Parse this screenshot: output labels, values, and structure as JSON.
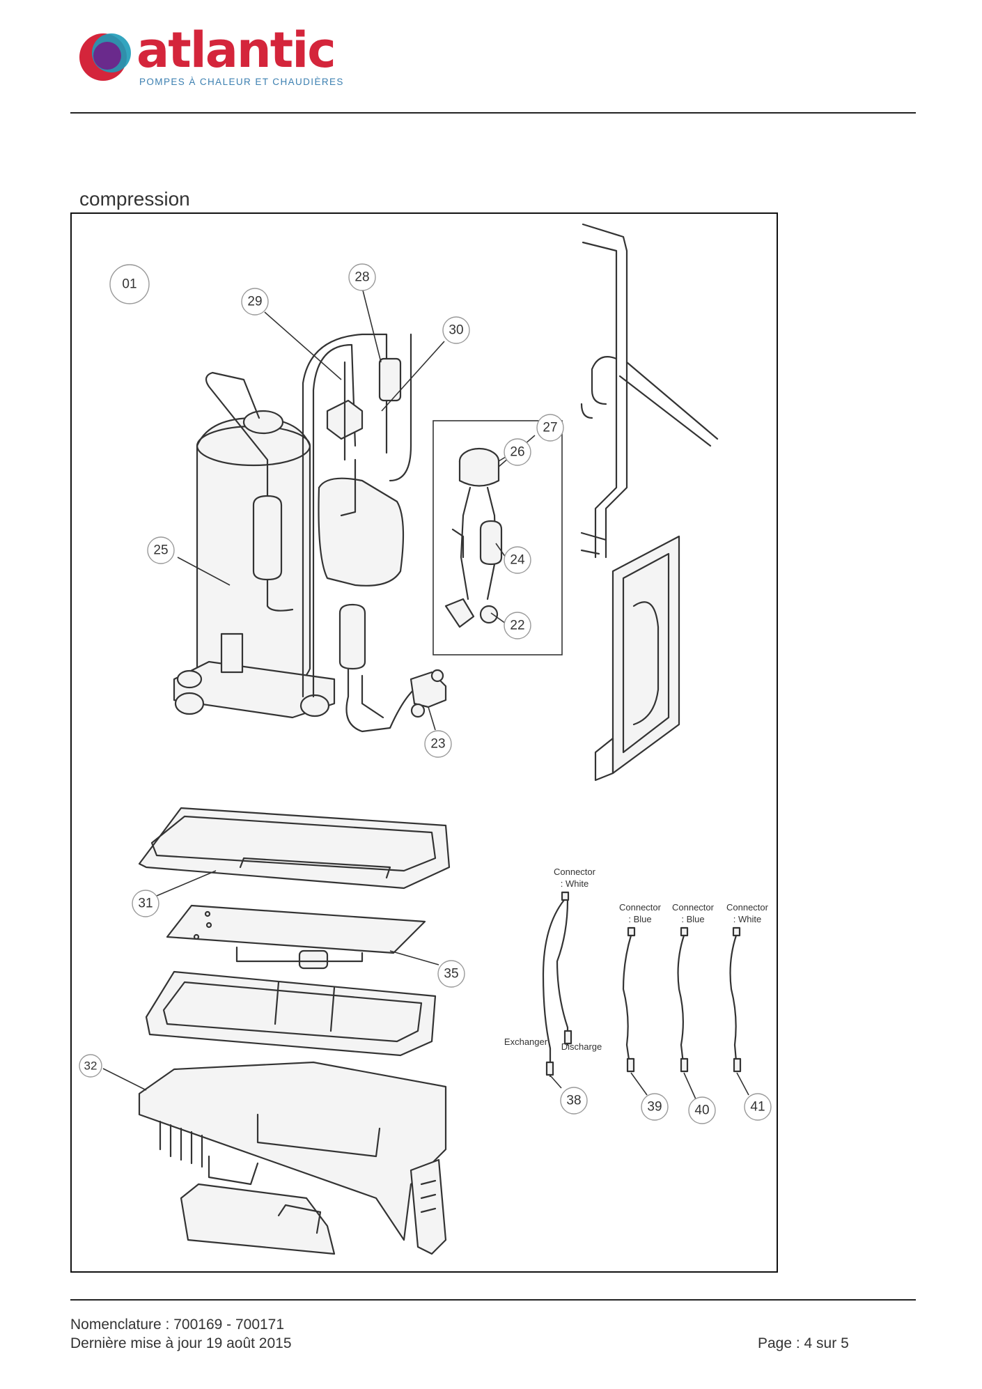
{
  "header": {
    "brand": "atlantic",
    "tagline": "POMPES À CHALEUR ET CHAUDIÈRES",
    "brand_colors": {
      "red": "#d4253b",
      "blue": "#3b7fb0",
      "purple": "#6a2a8c",
      "teal": "#1e9bb8"
    }
  },
  "section": {
    "title": "compression"
  },
  "callouts": {
    "c01": "01",
    "c22": "22",
    "c23": "23",
    "c24": "24",
    "c25": "25",
    "c26": "26",
    "c27": "27",
    "c28": "28",
    "c29": "29",
    "c30": "30",
    "c31": "31",
    "c32": "32",
    "c35": "35",
    "c38": "38",
    "c39": "39",
    "c40": "40",
    "c41": "41"
  },
  "connector_labels": {
    "white_top_1": "Connector",
    "white_top_2": ": White",
    "blue_a_1": "Connector",
    "blue_a_2": ": Blue",
    "blue_b_1": "Connector",
    "blue_b_2": ": Blue",
    "white_b_1": "Connector",
    "white_b_2": ": White",
    "exchanger": "Exchanger",
    "discharge": "Discharge"
  },
  "footer": {
    "nomenclature": "Nomenclature : 700169 - 700171",
    "updated": "Dernière mise à jour 19 août 2015",
    "page": "Page : 4 sur 5"
  }
}
